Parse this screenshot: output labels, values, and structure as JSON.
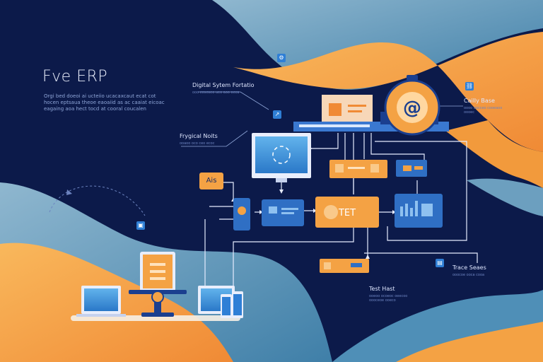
{
  "header": {
    "title": "Fve ERP",
    "description": "Orgi bed doeoi ai ucteiio ucacaxcaut ecat cot hocen eptsaua theoe eaoaiid as ac caaiat eicoac eagaing aoa hect tocd at cooral coucalen"
  },
  "labels": {
    "digital_system": "Digital Sytem Fortatio",
    "digital_system_sub": "ooo ccocoeo ueo aoo ocea",
    "physical_nodes": "Frygical Noits",
    "physical_nodes_sub": "ooaoo oco ceo ecoc",
    "cloud_base": "Cailly Base",
    "cloud_base_sub": "oooo oocceo cooeaoo oooec",
    "trace_sense": "Trace Seaes",
    "trace_sense_sub": "ooocoe ooca cooa",
    "test_host": "Test Hast",
    "test_host_sub": "ooeoo ocoeoc oeecoo oooceoe ooeco"
  },
  "nodes": {
    "api_chip": "Ais",
    "central_module": "TET",
    "email_symbol": "@"
  },
  "icons": [
    "gear-icon",
    "share-icon",
    "link-icon",
    "chip-icon",
    "chart-icon",
    "monitor-icon",
    "laptop-icon",
    "phone-icon",
    "tablet-icon",
    "email-icon"
  ],
  "colors": {
    "background": "#0c1a4a",
    "accent_orange": "#f4a244",
    "accent_blue": "#2f7fd6",
    "teal": "#5a9dbb"
  }
}
